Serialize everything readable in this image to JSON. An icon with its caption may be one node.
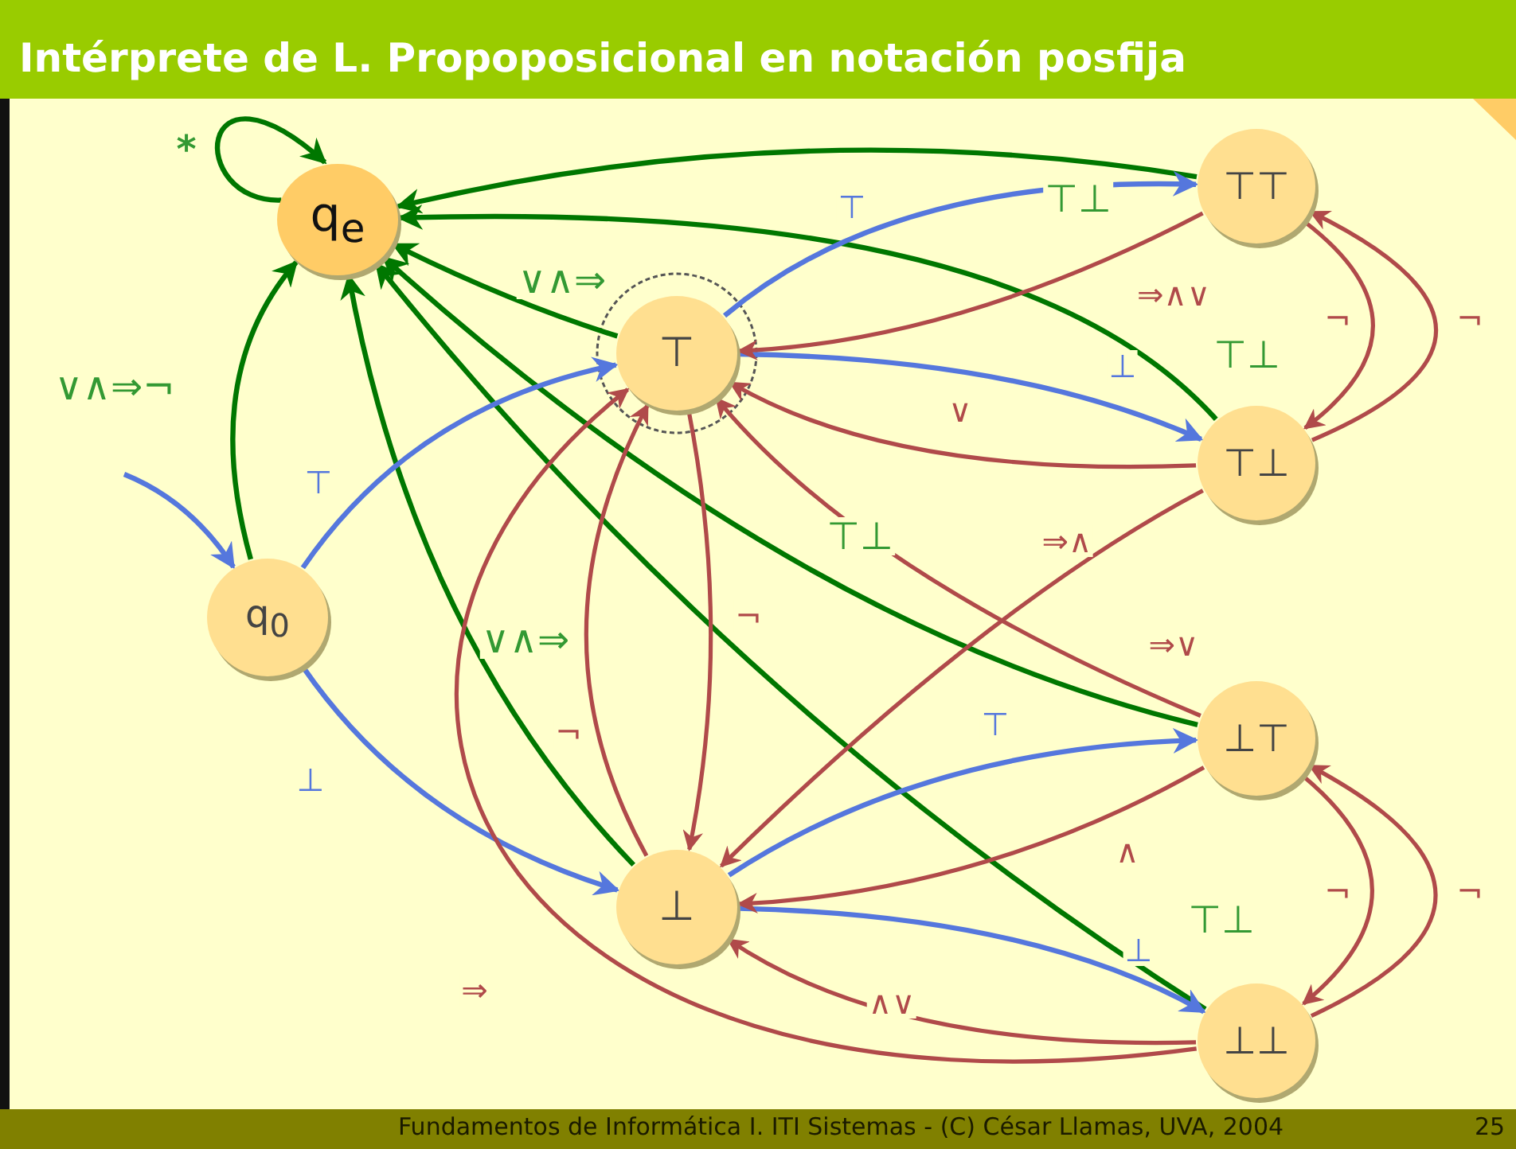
{
  "diagram": {
    "title": "Intérprete de L. Propoposicional en notación posfija",
    "nodes": [
      {
        "text": [
          "q$_{e}$"
        ]
      },
      {
        "text": [
          "q$_{0}$"
        ]
      },
      {
        "text": [
          "⊤"
        ]
      },
      {
        "text": [
          "⊥"
        ]
      },
      {
        "text": [
          "⊤⊤"
        ]
      },
      {
        "text": [
          "⊤⊥"
        ]
      },
      {
        "text": [
          "⊥⊤"
        ]
      },
      {
        "text": [
          "⊥⊥"
        ]
      }
    ],
    "edges": [
      {
        "from": 0,
        "to": 0,
        "arrow": "to",
        "label": "*",
        "color": "#007700"
      },
      {
        "from": 4,
        "to": 0,
        "arrow": "to",
        "label": "⊤⊥",
        "color": "#007700"
      },
      {
        "from": 5,
        "to": 0,
        "arrow": "to",
        "label": "⊤⊥",
        "color": "#007700"
      },
      {
        "from": 2,
        "to": 0,
        "arrow": "to",
        "label": "∨∧⇒",
        "color": "#007700"
      },
      {
        "from": 6,
        "to": 0,
        "arrow": "to",
        "label": "⊤⊥",
        "color": "#007700"
      },
      {
        "from": 7,
        "to": 0,
        "arrow": "to",
        "label": "⊤⊥",
        "color": "#007700"
      },
      {
        "from": 3,
        "to": 0,
        "arrow": "to",
        "label": "∨∧⇒",
        "color": "#007700"
      },
      {
        "from": 1,
        "to": 0,
        "arrow": "to",
        "label": "∨∧⇒¬",
        "color": "#007700"
      },
      {
        "from": null,
        "to": 1,
        "arrow": "to",
        "color": "#5577dd"
      },
      {
        "from": 1,
        "to": 2,
        "arrow": "to",
        "label": "⊤",
        "color": "#5577dd"
      },
      {
        "from": 1,
        "to": 3,
        "arrow": "to",
        "label": "⊥",
        "color": "#5577dd"
      },
      {
        "from": 2,
        "to": 4,
        "arrow": "to",
        "label": "⊤",
        "color": "#5577dd"
      },
      {
        "from": 2,
        "to": 5,
        "arrow": "to",
        "label": "⊥",
        "color": "#5577dd"
      },
      {
        "from": 3,
        "to": 6,
        "arrow": "to",
        "label": "⊤",
        "color": "#5577dd"
      },
      {
        "from": 3,
        "to": 7,
        "arrow": "to",
        "label": "⊥",
        "color": "#5577dd"
      },
      {
        "from": 4,
        "to": 2,
        "arrow": "to",
        "label": "⇒∧∨"
      },
      {
        "from": 5,
        "to": 2,
        "arrow": "to",
        "label": "∨"
      },
      {
        "from": 5,
        "to": 3,
        "arrow": "to",
        "label": "⇒∧"
      },
      {
        "from": 6,
        "to": 2,
        "arrow": "to",
        "label": "⇒∨"
      },
      {
        "from": 6,
        "to": 3,
        "arrow": "to",
        "label": "∧"
      },
      {
        "from": 7,
        "to": 3,
        "arrow": "to",
        "label": "∧∨"
      },
      {
        "from": 7,
        "to": 2,
        "arrow": "to",
        "label": "⇒"
      },
      {
        "from": 3,
        "to": 2,
        "arrow": "to",
        "label": "¬"
      },
      {
        "from": 2,
        "to": 3,
        "arrow": "to",
        "label": "¬"
      },
      {
        "from": 4,
        "to": 5,
        "arrow": "to",
        "label": "¬"
      },
      {
        "from": 5,
        "to": 4,
        "arrow": "to",
        "label": "¬"
      },
      {
        "from": 6,
        "to": 7,
        "arrow": "to",
        "label": "¬"
      },
      {
        "from": 7,
        "to": 6,
        "arrow": "to",
        "label": "¬"
      }
    ],
    "labels": [
      "Fundamentos de Informática I. ITI Sistemas - (C) César Llamas, UVA, 2004",
      "25"
    ]
  }
}
